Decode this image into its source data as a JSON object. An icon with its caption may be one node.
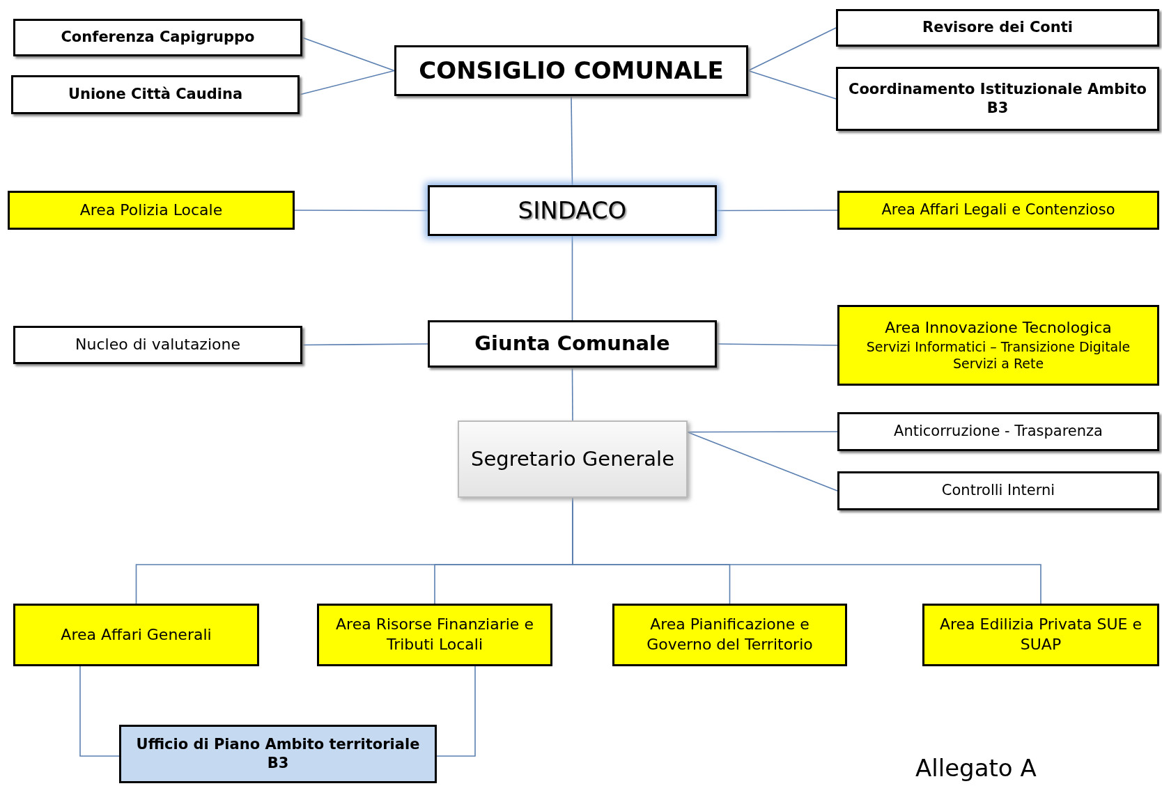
{
  "diagram": {
    "nodes": [
      {
        "text": [
          "CONSIGLIO COMUNALE"
        ]
      },
      {
        "text": [
          "Conferenza Capigruppo"
        ]
      },
      {
        "text": [
          "Unione Città Caudina"
        ]
      },
      {
        "text": [
          "Revisore dei Conti"
        ]
      },
      {
        "text": [
          "Coordinamento Istituzionale Ambito B3"
        ]
      },
      {
        "text": [
          "SINDACO"
        ]
      },
      {
        "text": [
          "Area Polizia Locale"
        ]
      },
      {
        "text": [
          "Area Affari Legali e Contenzioso"
        ]
      },
      {
        "text": [
          "Giunta Comunale"
        ]
      },
      {
        "text": [
          "Nucleo di valutazione"
        ]
      },
      {
        "text": [
          "Area Innovazione Tecnologica",
          "Servizi Informatici – Transizione Digitale Servizi a Rete"
        ]
      },
      {
        "text": [
          "Segretario Generale"
        ]
      },
      {
        "text": [
          "Anticorruzione - Trasparenza"
        ]
      },
      {
        "text": [
          "Controlli Interni"
        ]
      },
      {
        "text": [
          "Area Affari Generali"
        ]
      },
      {
        "text": [
          "Area Risorse Finanziarie e Tributi Locali"
        ]
      },
      {
        "text": [
          "Area Pianificazione e Governo del Territorio"
        ]
      },
      {
        "text": [
          "Area Edilizia Privata SUE e SUAP"
        ]
      },
      {
        "text": [
          "Ufficio di Piano Ambito territoriale B3"
        ]
      }
    ],
    "edges": [
      {
        "from": 0,
        "to": 1,
        "arrow": "none"
      },
      {
        "from": 0,
        "to": 2,
        "arrow": "none"
      },
      {
        "from": 0,
        "to": 3,
        "arrow": "none"
      },
      {
        "from": 0,
        "to": 4,
        "arrow": "none"
      },
      {
        "from": 0,
        "to": 5,
        "arrow": "none"
      },
      {
        "from": 5,
        "to": 6,
        "arrow": "none"
      },
      {
        "from": 5,
        "to": 7,
        "arrow": "none"
      },
      {
        "from": 5,
        "to": 8,
        "arrow": "none"
      },
      {
        "from": 8,
        "to": 9,
        "arrow": "none"
      },
      {
        "from": 8,
        "to": 10,
        "arrow": "none"
      },
      {
        "from": 8,
        "to": 11,
        "arrow": "none"
      },
      {
        "from": 11,
        "to": 12,
        "arrow": "none"
      },
      {
        "from": 11,
        "to": 13,
        "arrow": "none"
      },
      {
        "from": 11,
        "to": 14,
        "arrow": "none"
      },
      {
        "from": 11,
        "to": 15,
        "arrow": "none"
      },
      {
        "from": 11,
        "to": 16,
        "arrow": "none"
      },
      {
        "from": 11,
        "to": 17,
        "arrow": "none"
      },
      {
        "from": 14,
        "to": 18,
        "arrow": "none"
      },
      {
        "from": 15,
        "to": 18,
        "arrow": "none"
      }
    ],
    "labels": [
      "Allegato A"
    ]
  }
}
